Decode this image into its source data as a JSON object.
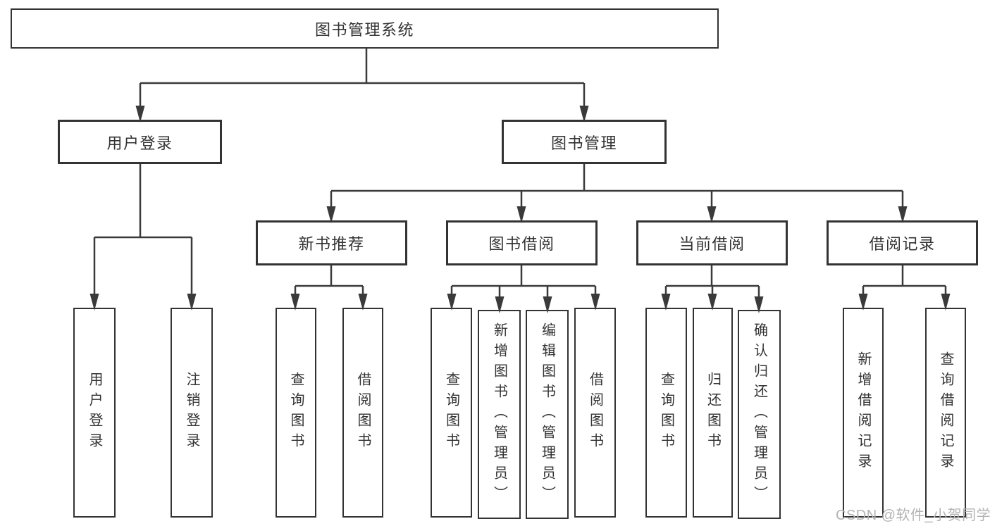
{
  "diagram": {
    "root": {
      "label": "图书管理系统"
    },
    "user_login": {
      "label": "用户登录",
      "children": {
        "login": {
          "label": "用户登录"
        },
        "logout": {
          "label": "注销登录"
        }
      }
    },
    "book_management": {
      "label": "图书管理",
      "children": {
        "new_book_recommend": {
          "label": "新书推荐",
          "children": {
            "query_books": {
              "label": "查询图书"
            },
            "borrow_books": {
              "label": "借阅图书"
            }
          }
        },
        "book_borrowing": {
          "label": "图书借阅",
          "children": {
            "query_books": {
              "label": "查询图书"
            },
            "add_books": {
              "label": "新增图书（管理员）"
            },
            "edit_books": {
              "label": "编辑图书（管理员）"
            },
            "borrow_books": {
              "label": "借阅图书"
            }
          }
        },
        "current_borrowing": {
          "label": "当前借阅",
          "children": {
            "query_books": {
              "label": "查询图书"
            },
            "return_books": {
              "label": "归还图书"
            },
            "confirm_return": {
              "label": "确认归还（管理员）"
            }
          }
        },
        "borrowing_records": {
          "label": "借阅记录",
          "children": {
            "add_record": {
              "label": "新增借阅记录"
            },
            "query_record": {
              "label": "查询借阅记录"
            }
          }
        }
      }
    }
  },
  "watermark": {
    "text": "CSDN @软件_小贺同学"
  },
  "colors": {
    "line": "#3a3a3a",
    "box_border": "#333333",
    "text": "#333333",
    "watermark_text": "#b3b3b3",
    "background": "#ffffff"
  }
}
